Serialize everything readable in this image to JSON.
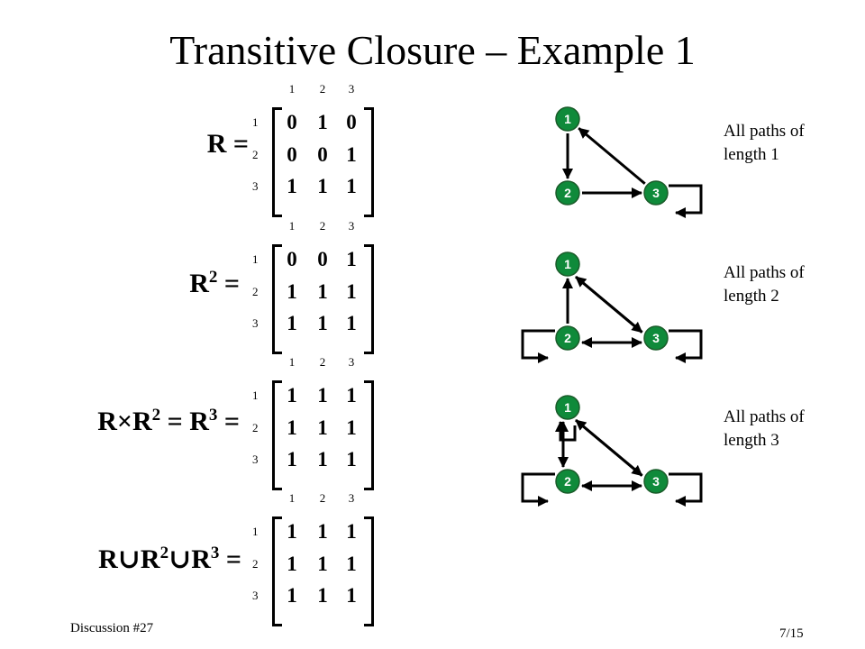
{
  "title": "Transitive Closure – Example 1",
  "index_labels": [
    "1",
    "2",
    "3"
  ],
  "matrices": [
    {
      "label": {
        "base": "R",
        "parts": [
          {
            "text": "R ="
          }
        ]
      },
      "cells": [
        [
          "0",
          "1",
          "0"
        ],
        [
          "0",
          "0",
          "1"
        ],
        [
          "1",
          "1",
          "1"
        ]
      ]
    },
    {
      "label": {
        "parts": [
          {
            "text": "R"
          },
          {
            "sup": "2"
          },
          {
            "text": " ="
          }
        ]
      },
      "cells": [
        [
          "0",
          "0",
          "1"
        ],
        [
          "1",
          "1",
          "1"
        ],
        [
          "1",
          "1",
          "1"
        ]
      ]
    },
    {
      "label": {
        "parts": [
          {
            "text": "R×R"
          },
          {
            "sup": "2"
          },
          {
            "text": " = R"
          },
          {
            "sup": "3"
          },
          {
            "text": " ="
          }
        ]
      },
      "cells": [
        [
          "1",
          "1",
          "1"
        ],
        [
          "1",
          "1",
          "1"
        ],
        [
          "1",
          "1",
          "1"
        ]
      ]
    },
    {
      "label": {
        "parts": [
          {
            "text": "R∪R"
          },
          {
            "sup": "2"
          },
          {
            "text": "∪R"
          },
          {
            "sup": "3"
          },
          {
            "text": " ="
          }
        ]
      },
      "cells": [
        [
          "1",
          "1",
          "1"
        ],
        [
          "1",
          "1",
          "1"
        ],
        [
          "1",
          "1",
          "1"
        ]
      ]
    }
  ],
  "graphs": [
    {
      "caption_line1": "All paths of",
      "caption_line2": "length 1",
      "nodes": [
        "1",
        "2",
        "3"
      ],
      "edges": [
        [
          "1",
          "2"
        ],
        [
          "2",
          "3"
        ],
        [
          "3",
          "1"
        ],
        [
          "3",
          "3"
        ]
      ]
    },
    {
      "caption_line1": "All paths of",
      "caption_line2": "length 2",
      "nodes": [
        "1",
        "2",
        "3"
      ],
      "edges": [
        [
          "1",
          "3"
        ],
        [
          "2",
          "1"
        ],
        [
          "2",
          "2"
        ],
        [
          "2",
          "3"
        ],
        [
          "3",
          "1"
        ],
        [
          "3",
          "2"
        ],
        [
          "3",
          "3"
        ]
      ]
    },
    {
      "caption_line1": "All paths of",
      "caption_line2": "length 3",
      "nodes": [
        "1",
        "2",
        "3"
      ],
      "edges": [
        [
          "1",
          "1"
        ],
        [
          "1",
          "2"
        ],
        [
          "1",
          "3"
        ],
        [
          "2",
          "1"
        ],
        [
          "2",
          "2"
        ],
        [
          "2",
          "3"
        ],
        [
          "3",
          "1"
        ],
        [
          "3",
          "2"
        ],
        [
          "3",
          "3"
        ]
      ]
    }
  ],
  "style": {
    "node_fill": "#0f8a3a",
    "node_stroke": "#1a5c2a",
    "node_text": "#ffffff",
    "ink": "#000000"
  },
  "footer": {
    "left": "Discussion #27",
    "right": "7/15"
  }
}
